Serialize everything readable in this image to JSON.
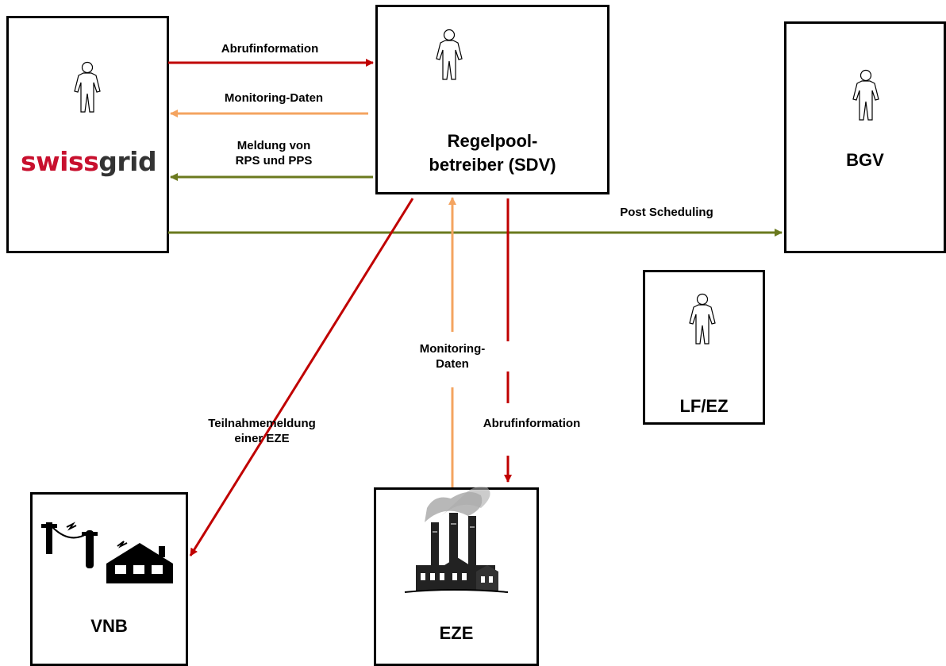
{
  "actors": {
    "swissgrid": {
      "logo_part1": "swiss",
      "logo_part2": "grid"
    },
    "sdv": {
      "name": "Regelpool-\nbetreiber (SDV)"
    },
    "bgv": {
      "name": "BGV"
    },
    "lfez": {
      "name": "LF/EZ"
    },
    "vnb": {
      "name": "VNB"
    },
    "eze": {
      "name": "EZE"
    }
  },
  "flows": {
    "abruf_top": "Abrufinformation",
    "monitoring_top": "Monitoring-Daten",
    "meldung": "Meldung von\nRPS und PPS",
    "post_scheduling": "Post Scheduling",
    "teilnahme": "Teilnahmemeldung\neiner EZE",
    "monitoring_mid": "Monitoring-\nDaten",
    "abruf_mid": "Abrufinformation"
  },
  "colors": {
    "red": "#c00000",
    "orange": "#f4a460",
    "green": "#6b7a1e",
    "logo_red": "#c8102e",
    "logo_dark": "#333333"
  },
  "icons": {
    "person": "person-outline-icon",
    "power_line": "power-line-house-icon",
    "factory": "factory-smokestacks-icon"
  }
}
